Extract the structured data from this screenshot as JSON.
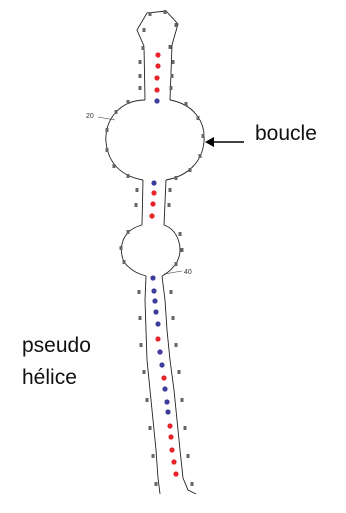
{
  "labels": {
    "loop": "boucle",
    "pseudo_line1": "pseudo",
    "pseudo_line2": "hélice"
  },
  "position_markers": [
    "20",
    "40"
  ],
  "pair_colors": {
    "red": "#e8242a",
    "blue": "#3c3c9c"
  }
}
